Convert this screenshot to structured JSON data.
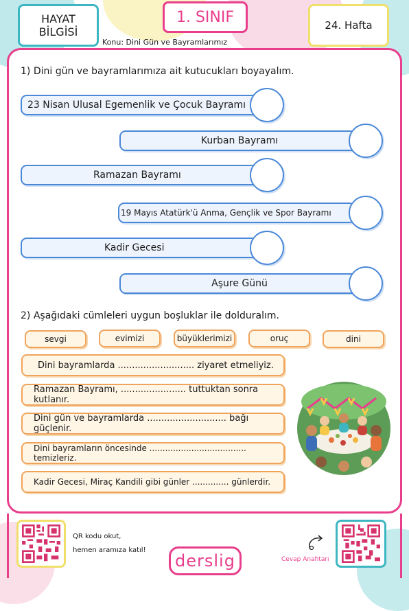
{
  "header": {
    "subject_line1": "HAYAT",
    "subject_line2": "BİLGİSİ",
    "grade": "1. SINIF",
    "week": "24. Hafta",
    "topic": "Konu: Dini Gün ve Bayramlarımız"
  },
  "part1": {
    "question": "1) Dini gün ve bayramlarımıza ait kutucukları boyayalım.",
    "items": [
      "23 Nisan Ulusal Egemenlik ve Çocuk Bayramı",
      "Kurban Bayramı",
      "Ramazan Bayramı",
      "19 Mayıs Atatürk'ü Anma, Gençlik ve Spor Bayramı",
      "Kadir Gecesi",
      "Aşure Günü"
    ]
  },
  "part2": {
    "question": "2) Aşağıdaki cümleleri uygun boşluklar ile dolduralım.",
    "words": [
      "sevgi",
      "evimizi",
      "büyüklerimizi",
      "oruç",
      "dini"
    ],
    "sentences": [
      "Dini bayramlarda ........................... ziyaret etmeliyiz.",
      "Ramazan Bayramı, ....................... tuttuktan sonra kutlanır.",
      "Dini gün ve bayramlarda ............................ bağı güçlenir.",
      "Dini bayramların öncesinde ..................................... temizleriz.",
      "Kadir Gecesi, Miraç Kandili gibi günler .............. günlerdir."
    ]
  },
  "footer": {
    "qr_line1": "QR kodu okut,",
    "qr_line2": "hemen aramıza katıl!",
    "brand": "derslig",
    "answer_key": "Cevap Anahtarı"
  },
  "colors": {
    "pink": "#e83e8c",
    "teal": "#3eb6c2",
    "yellow": "#f1df6b",
    "blue": "#4a88d8",
    "orange": "#f0a35a"
  }
}
